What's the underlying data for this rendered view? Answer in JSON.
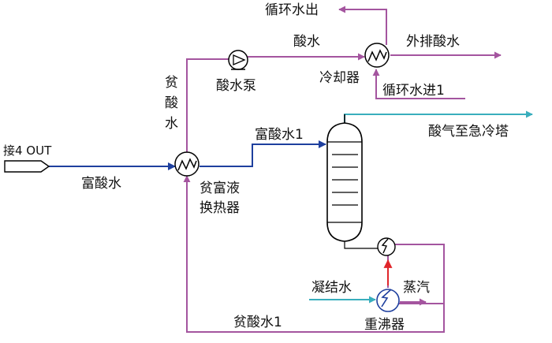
{
  "colors": {
    "purple": "#a4559f",
    "blue": "#1e3f9e",
    "cyan": "#39aebd",
    "red": "#e0262b",
    "black": "#000000"
  },
  "labels": {
    "recycle_water_out": "循环水出",
    "acid_water_top": "酸水",
    "external_acid_water": "外排酸水",
    "acid_water_pump": "酸水泵",
    "cooler": "冷却器",
    "recycle_water_in_1": "循环水进1",
    "lean_acid_water_vertical": [
      "贫",
      "酸",
      "水"
    ],
    "rich_acid_water_1": "富酸水1",
    "acid_gas_to_flare": "酸气至急冷塔",
    "connect_4_out": "接4 OUT",
    "rich_acid_water": "富酸水",
    "lean_rich_exchanger_line1": "贫富液",
    "lean_rich_exchanger_line2": "换热器",
    "condensate": "凝结水",
    "steam": "蒸汽",
    "reboiler": "重沸器",
    "lean_acid_water_1": "贫酸水1"
  }
}
